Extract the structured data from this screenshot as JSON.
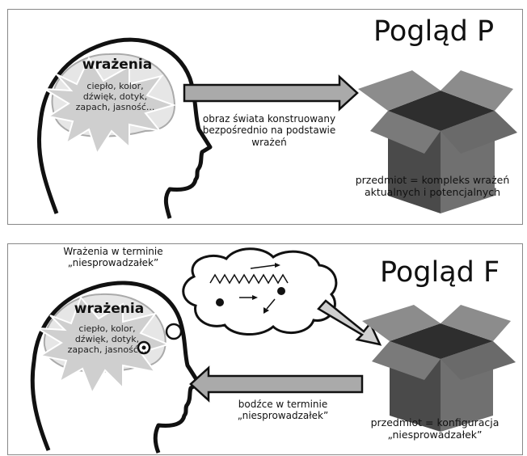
{
  "panel_p": {
    "title": "Pogląd P",
    "sensations_title": "wrażenia",
    "sensations_list": "ciepło, kolor, dźwięk, dotyk, zapach, jasność...",
    "arrow_text": "obraz świata konstruowany bezpośrednio na podstawie wrażeń",
    "object_caption": "przedmiot = kompleks wrażeń aktualnych i potencjalnych"
  },
  "panel_f": {
    "title": "Pogląd F",
    "top_note": "Wrażenia w terminie „niesprowadzałek”",
    "sensations_title": "wrażenia",
    "sensations_list": "ciepło, kolor, dźwięk, dotyk, zapach, jasność...",
    "arrow_text": "bodźce w terminie „niesprowadzałek”",
    "object_caption": "przedmiot = konfiguracja „niesprowadzałek”"
  },
  "colors": {
    "arrow_fill": "#aaaaaa",
    "box_dark": "#4a4a4a",
    "box_mid": "#707070",
    "box_light": "#8c8c8c",
    "burst": "#cfcfcf"
  }
}
